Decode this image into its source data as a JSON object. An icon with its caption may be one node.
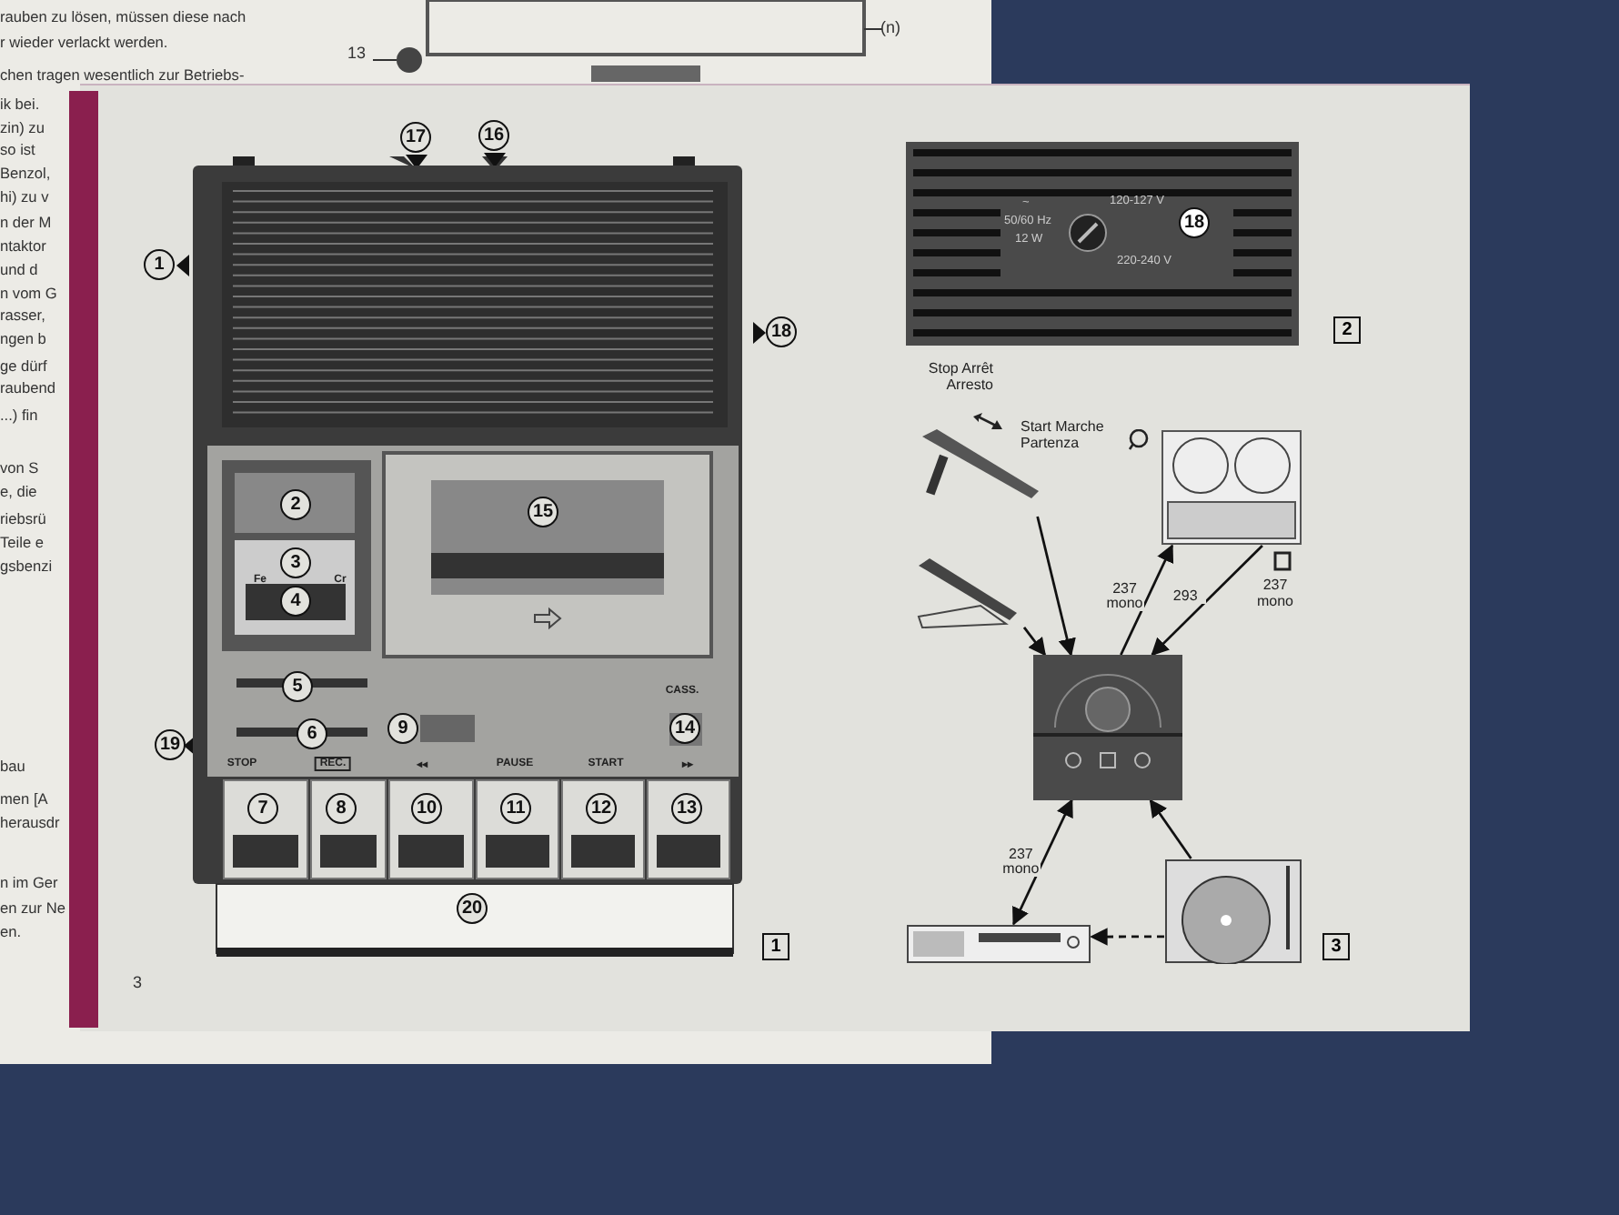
{
  "diagram": {
    "nodes": [
      {
        "text": [],
        "shape": "picture"
      },
      {
        "text": [],
        "shape": "picture"
      },
      {
        "text": [],
        "shape": "picture"
      },
      {
        "text": [],
        "shape": "picture"
      },
      {
        "text": [],
        "shape": "picture"
      },
      {
        "text": [],
        "shape": "picture"
      }
    ],
    "edges": [
      {
        "from": 0,
        "to": 3,
        "arrow": "to"
      },
      {
        "from": 1,
        "to": 3,
        "arrow": "to"
      },
      {
        "from": 3,
        "to": 2,
        "arrow": "to",
        "label": "237 mono"
      },
      {
        "from": 2,
        "to": 3,
        "arrow": "to",
        "label": "293"
      },
      {
        "from": 3,
        "to": 4,
        "arrow": "both",
        "label": "237 mono"
      },
      {
        "from": 5,
        "to": 3,
        "arrow": "to"
      },
      {
        "from": 5,
        "to": 4,
        "arrow": "to",
        "style": "dashed"
      }
    ],
    "labels": [
      "rauben zu lösen, müssen diese nach",
      "r wieder verlackt werden.",
      "chen tragen wesentlich zur Betriebs-",
      "13",
      "(n)",
      "ik bei.",
      "zin) zu",
      "so ist",
      "Benzol,",
      "hi) zu v",
      "n der M",
      "ntaktor",
      "und d",
      "n vom G",
      "rasser,",
      "ngen b",
      "ge dürf",
      "raubend",
      "...) fin",
      "von S",
      "e, die",
      "riebsrü",
      "Teile e",
      "gsbenzi",
      "bau",
      "men [A",
      "herausdr",
      "n im Ger",
      "en zur Ne",
      "en.",
      "17",
      "16",
      "1",
      "18",
      "2",
      "15",
      "3",
      "Fe",
      "Cr",
      "4",
      "5",
      "CASS.",
      "6",
      "9",
      "14",
      "19",
      "STOP",
      "REC.",
      "◂◂",
      "PAUSE",
      "START",
      "▸▸",
      "7",
      "8",
      "10",
      "11",
      "12",
      "13",
      "20",
      "1",
      "3",
      "~",
      "50/60 Hz",
      "12 W",
      "120-127 V",
      "18",
      "220-240 V",
      "2",
      "Stop Arrêt Arresto",
      "Start Marche Partenza",
      "237 mono",
      "3"
    ]
  }
}
